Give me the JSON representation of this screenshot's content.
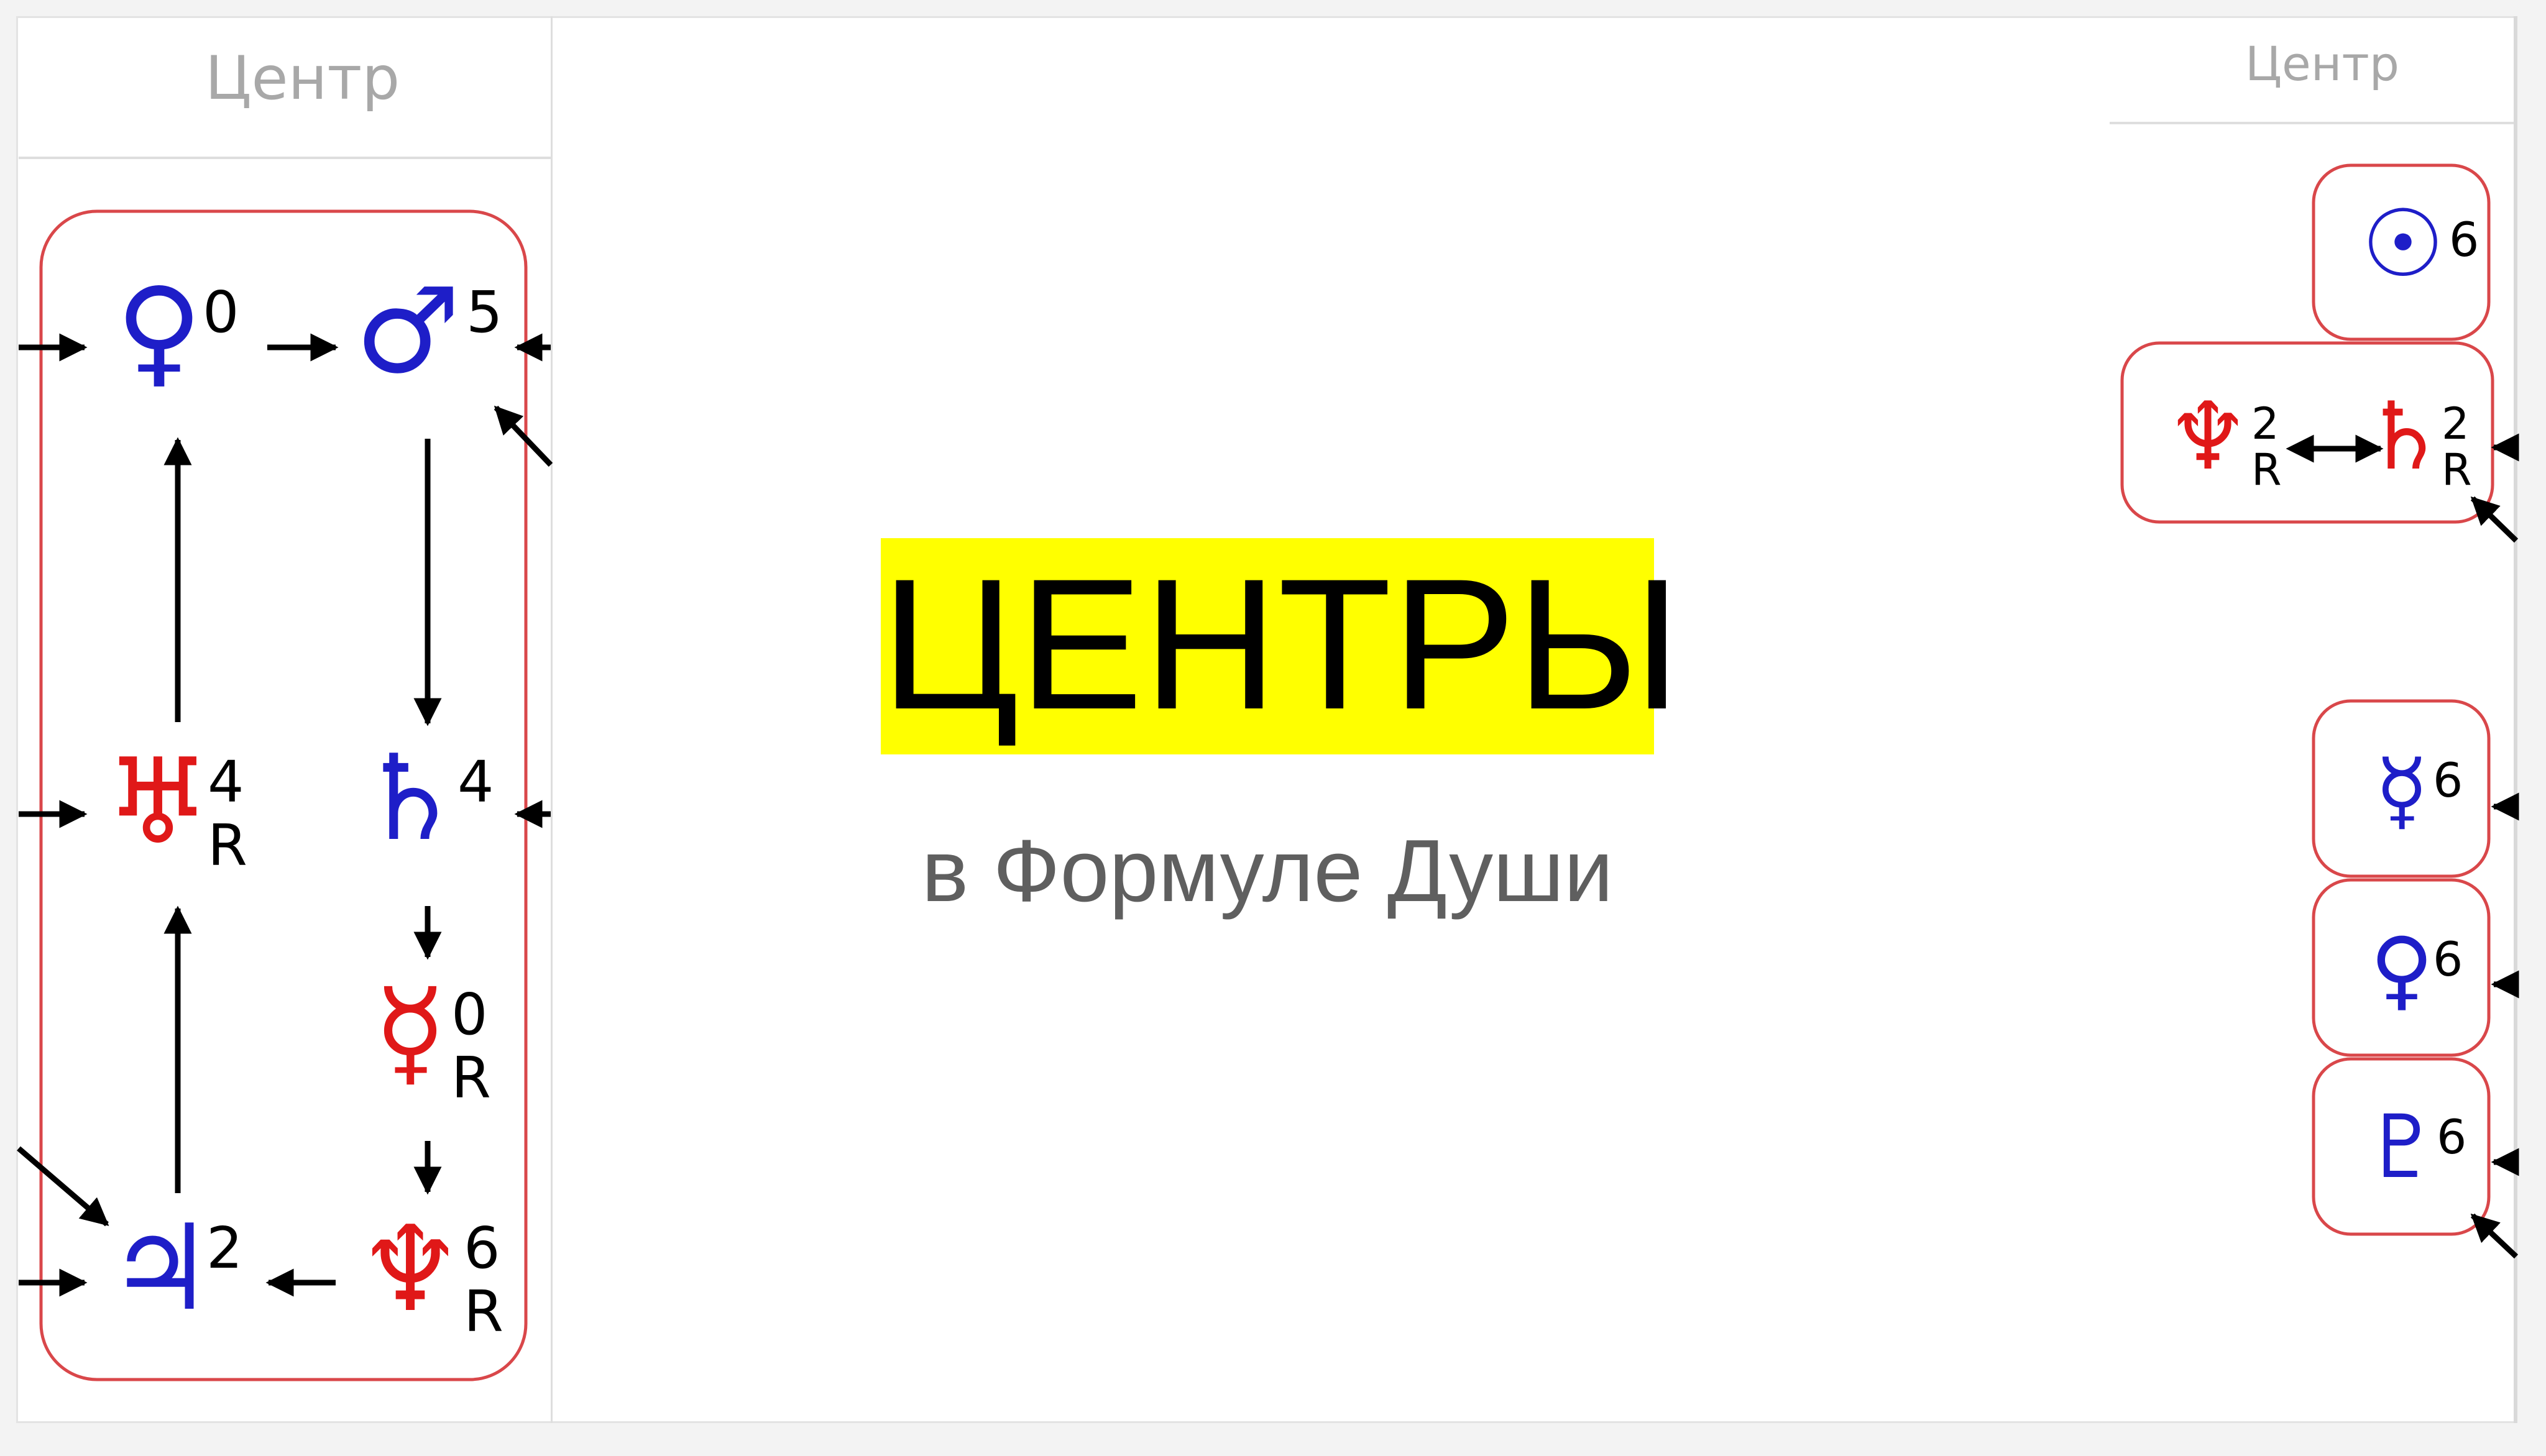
{
  "panels": {
    "left_header": "Центр",
    "right_header": "Центр"
  },
  "title": "ЦЕНТРЫ",
  "subtitle": "в Формуле Души",
  "colors": {
    "blue": "#1e1ec8",
    "red": "#e01818",
    "box_border": "#d9474a",
    "highlight": "#ffff00"
  },
  "left_panel_planets": [
    {
      "planet": "Venus",
      "glyph": "♀",
      "number": "0",
      "retro": "",
      "color": "blue"
    },
    {
      "planet": "Mars",
      "glyph": "♂",
      "number": "5",
      "retro": "",
      "color": "blue"
    },
    {
      "planet": "Uranus",
      "glyph": "♅",
      "number": "4",
      "retro": "R",
      "color": "red"
    },
    {
      "planet": "Saturn",
      "glyph": "♄",
      "number": "4",
      "retro": "",
      "color": "blue"
    },
    {
      "planet": "Mercury",
      "glyph": "☿",
      "number": "0",
      "retro": "R",
      "color": "red"
    },
    {
      "planet": "Jupiter",
      "glyph": "♃",
      "number": "2",
      "retro": "",
      "color": "blue"
    },
    {
      "planet": "Neptune",
      "glyph": "♆",
      "number": "6",
      "retro": "R",
      "color": "red"
    }
  ],
  "right_panel_planets": [
    {
      "planet": "Sun",
      "glyph": "☉",
      "number": "6",
      "retro": "",
      "color": "blue"
    },
    {
      "planet": "Neptune",
      "glyph": "♆",
      "number": "2",
      "retro": "R",
      "color": "red"
    },
    {
      "planet": "Saturn",
      "glyph": "♄",
      "number": "2",
      "retro": "R",
      "color": "red"
    },
    {
      "planet": "Mercury",
      "glyph": "☿",
      "number": "6",
      "retro": "",
      "color": "blue"
    },
    {
      "planet": "Venus",
      "glyph": "♀",
      "number": "6",
      "retro": "",
      "color": "blue"
    },
    {
      "planet": "Pluto",
      "glyph": "♇",
      "number": "6",
      "retro": "",
      "color": "blue"
    }
  ],
  "arrows": [
    {
      "from": "Venus",
      "to": "Mars"
    },
    {
      "from": "Mars",
      "to": "Saturn"
    },
    {
      "from": "Saturn",
      "to": "Mercury"
    },
    {
      "from": "Mercury",
      "to": "Neptune"
    },
    {
      "from": "Neptune",
      "to": "Jupiter"
    },
    {
      "from": "Jupiter",
      "to": "Uranus"
    },
    {
      "from": "Uranus",
      "to": "Venus"
    },
    {
      "from": "Neptune",
      "to": "Saturn",
      "bidirectional": true
    }
  ]
}
